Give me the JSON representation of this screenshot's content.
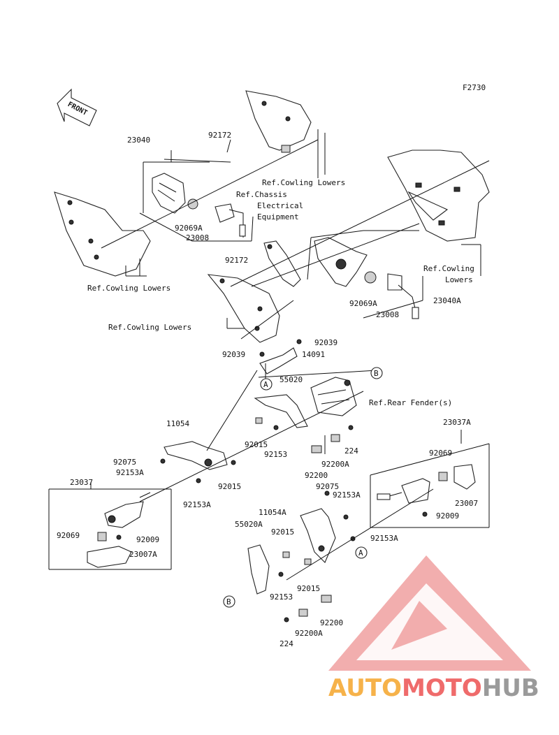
{
  "figure_id": "F2730",
  "front_label": "FRONT",
  "labels": {
    "l_23040": "23040",
    "l_92172_top": "92172",
    "l_ref_cowl_top": "Ref.Cowling Lowers",
    "l_ref_chassis_1": "Ref.Chassis",
    "l_ref_chassis_2": "Electrical",
    "l_ref_chassis_3": "Equipment",
    "l_92069A_top": "92069A",
    "l_23008_top": "23008",
    "l_ref_cowl_left": "Ref.Cowling Lowers",
    "l_ref_cowl_right_1": "Ref.Cowling",
    "l_ref_cowl_right_2": "Lowers",
    "l_92172_mid": "92172",
    "l_92069A_mid": "92069A",
    "l_23040A": "23040A",
    "l_23008_mid": "23008",
    "l_ref_cowl_mid": "Ref.Cowling Lowers",
    "l_92039_r": "92039",
    "l_92039_l": "92039",
    "l_14091": "14091",
    "l_55020": "55020",
    "l_ref_rear_fender": "Ref.Rear Fender(s)",
    "l_11054": "11054",
    "l_92015_a": "92015",
    "l_92153_a": "92153",
    "l_224_a": "224",
    "l_23037A": "23037A",
    "l_92075_l": "92075",
    "l_92153A_l": "92153A",
    "l_92200A_a": "92200A",
    "l_92200_a": "92200",
    "l_92069_r": "92069",
    "l_92015_b": "92015",
    "l_92153A_b": "92153A",
    "l_92075_m": "92075",
    "l_92153A_m": "92153A",
    "l_23037": "23037",
    "l_11054A": "11054A",
    "l_23007": "23007",
    "l_92009_r": "92009",
    "l_92069_l": "92069",
    "l_92009_l": "92009",
    "l_55020A": "55020A",
    "l_92015_c": "92015",
    "l_92153A_r": "92153A",
    "l_23007A": "23007A",
    "l_92015_d": "92015",
    "l_92153_b": "92153",
    "l_92200_b": "92200",
    "l_92200A_b": "92200A",
    "l_224_b": "224"
  },
  "callouts": {
    "a1": "A",
    "b1": "B",
    "a2": "A",
    "b2": "B"
  },
  "watermark": {
    "word_part1": "AUTO",
    "word_part2": "MOTO",
    "word_part3": "HUB",
    "color_orange": "#f6b24a",
    "color_red": "#ef6b6b",
    "color_grey": "#9a9a9a",
    "logo_color": "#f0a0a0"
  }
}
